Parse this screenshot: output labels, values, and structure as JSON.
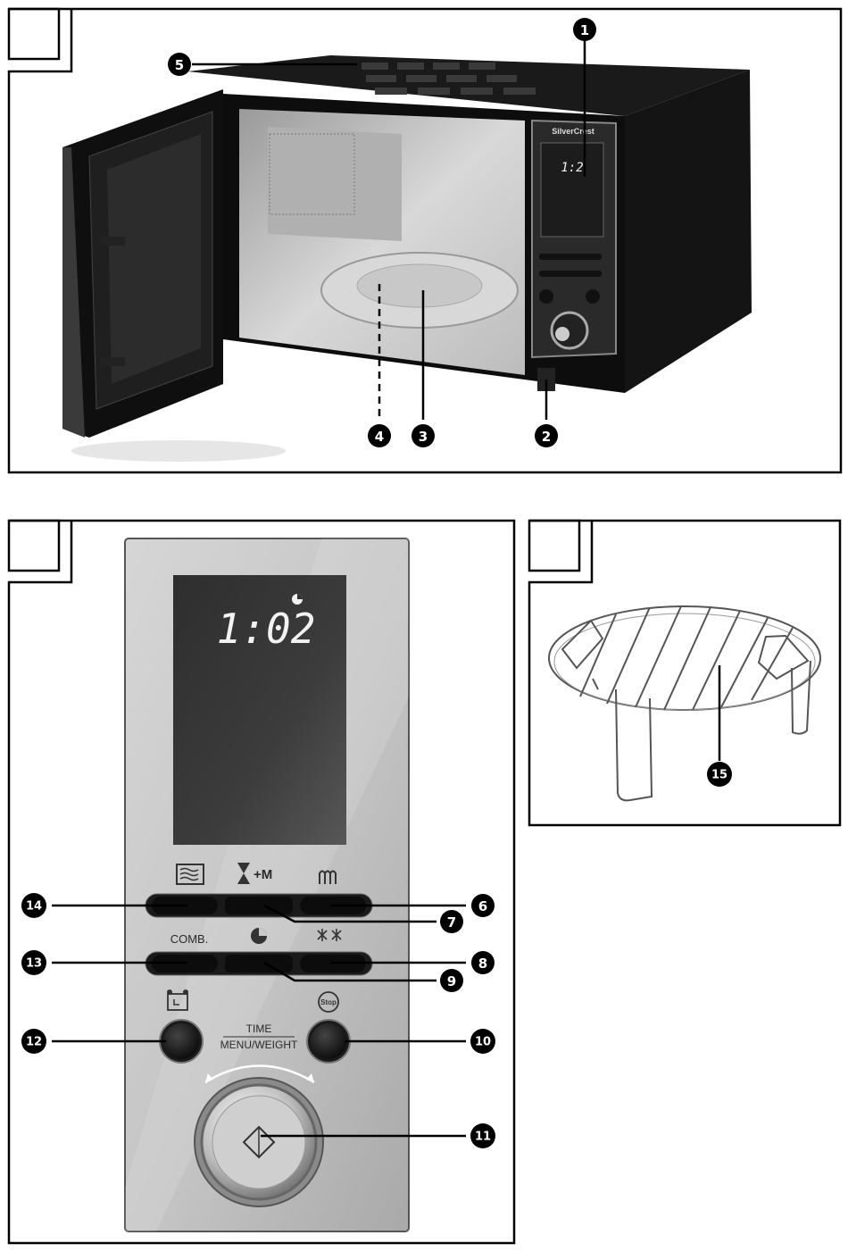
{
  "brand": "SilverCrest",
  "display_time": "1:02",
  "small_display_time": "1:2",
  "callouts": {
    "c1": "1",
    "c2": "2",
    "c3": "3",
    "c4": "4",
    "c5": "5",
    "c6": "6",
    "c7": "7",
    "c8": "8",
    "c9": "9",
    "c10": "10",
    "c11": "11",
    "c12": "12",
    "c13": "13",
    "c14": "14",
    "c15": "15"
  },
  "panel_labels": {
    "weight_m": "+M",
    "comb": "COMB.",
    "stop": "Stop",
    "time": "TIME",
    "menu_weight": "MENU/WEIGHT"
  },
  "icons": {
    "microwave": "microwave-waves-icon",
    "hourglass": "hourglass-icon",
    "grill": "grill-icon",
    "clock": "pie-clock-icon",
    "defrost": "defrost-snowflake-icon",
    "alarm": "alarm-clock-icon",
    "start": "start-diamond-icon"
  }
}
